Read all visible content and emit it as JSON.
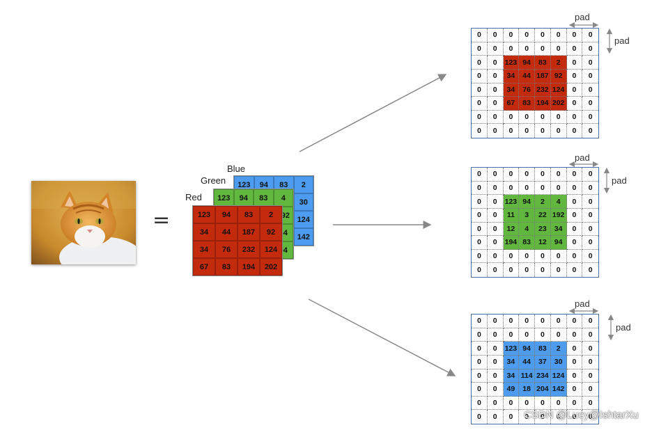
{
  "equals_sign": "=",
  "channels": [
    {
      "name": "Blue",
      "color": "#4d9cf0",
      "values": [
        [
          123,
          94,
          83,
          2
        ],
        [
          34,
          44,
          37,
          30
        ],
        [
          34,
          114,
          234,
          124
        ],
        [
          49,
          18,
          204,
          142
        ]
      ]
    },
    {
      "name": "Green",
      "color": "#62b83e",
      "values": [
        [
          123,
          94,
          83,
          4
        ],
        [
          11,
          3,
          22,
          192
        ],
        [
          12,
          4,
          23,
          34
        ],
        [
          194,
          83,
          12,
          94
        ]
      ]
    },
    {
      "name": "Red",
      "color": "#c42a0c",
      "values": [
        [
          123,
          94,
          83,
          2
        ],
        [
          34,
          44,
          187,
          92
        ],
        [
          34,
          76,
          232,
          124
        ],
        [
          67,
          83,
          194,
          202
        ]
      ]
    }
  ],
  "padded_outputs": [
    {
      "channel": "Red",
      "color": "#c42a0c",
      "values": [
        [
          123,
          94,
          83,
          2
        ],
        [
          34,
          44,
          187,
          92
        ],
        [
          34,
          76,
          232,
          124
        ],
        [
          67,
          83,
          194,
          202
        ]
      ]
    },
    {
      "channel": "Green",
      "color": "#62b83e",
      "values": [
        [
          123,
          94,
          2,
          4
        ],
        [
          11,
          3,
          22,
          192
        ],
        [
          12,
          4,
          23,
          34
        ],
        [
          194,
          83,
          12,
          94
        ]
      ]
    },
    {
      "channel": "Blue",
      "color": "#4d9cf0",
      "values": [
        [
          123,
          94,
          83,
          2
        ],
        [
          34,
          44,
          37,
          30
        ],
        [
          34,
          114,
          234,
          124
        ],
        [
          49,
          18,
          204,
          142
        ]
      ]
    }
  ],
  "pad_value": "0",
  "pad_label": "pad",
  "watermark": "CSDN @Lucy@IshtarXu"
}
